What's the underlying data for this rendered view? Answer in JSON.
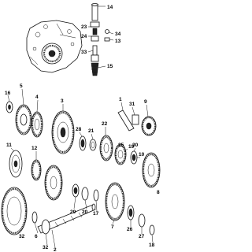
{
  "diagram": {
    "callouts": [
      {
        "id": "c1",
        "text": "1"
      },
      {
        "id": "c2",
        "text": "2"
      },
      {
        "id": "c3",
        "text": "3"
      },
      {
        "id": "c4",
        "text": "4"
      },
      {
        "id": "c5",
        "text": "5"
      },
      {
        "id": "c6",
        "text": "6"
      },
      {
        "id": "c7",
        "text": "7"
      },
      {
        "id": "c8",
        "text": "8"
      },
      {
        "id": "c9",
        "text": "9"
      },
      {
        "id": "c10",
        "text": "10"
      },
      {
        "id": "c11",
        "text": "11"
      },
      {
        "id": "c12",
        "text": "12"
      },
      {
        "id": "c13",
        "text": "13"
      },
      {
        "id": "c14",
        "text": "14"
      },
      {
        "id": "c15",
        "text": "15"
      },
      {
        "id": "c16",
        "text": "16"
      },
      {
        "id": "c17",
        "text": "17"
      },
      {
        "id": "c18",
        "text": "18"
      },
      {
        "id": "c19",
        "text": "19"
      },
      {
        "id": "c20",
        "text": "20"
      },
      {
        "id": "c21",
        "text": "21"
      },
      {
        "id": "c22",
        "text": "22"
      },
      {
        "id": "c23",
        "text": "23"
      },
      {
        "id": "c24",
        "text": "24"
      },
      {
        "id": "c25",
        "text": "25"
      },
      {
        "id": "c26",
        "text": "26"
      },
      {
        "id": "c27",
        "text": "27"
      },
      {
        "id": "c28",
        "text": "28"
      },
      {
        "id": "c29",
        "text": "29"
      },
      {
        "id": "c30",
        "text": "30"
      },
      {
        "id": "c31",
        "text": "31"
      },
      {
        "id": "c32a",
        "text": "32"
      },
      {
        "id": "c32b",
        "text": "32"
      },
      {
        "id": "c33",
        "text": "33"
      },
      {
        "id": "c34",
        "text": "34"
      }
    ]
  }
}
